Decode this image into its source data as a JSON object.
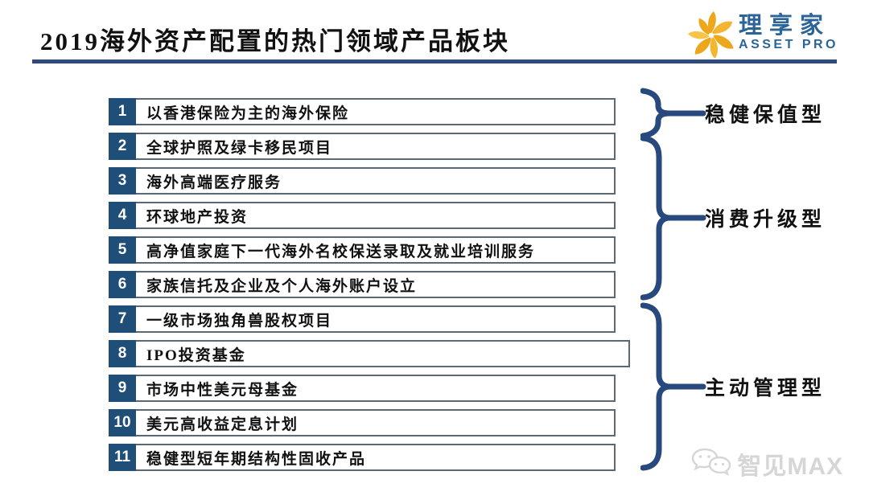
{
  "header": {
    "title": "2019海外资产配置的热门领域产品板块",
    "logo": {
      "name_cn": "理享家",
      "name_en": "ASSET PRO"
    }
  },
  "rows": [
    {
      "num": "1",
      "label": "以香港保险为主的海外保险"
    },
    {
      "num": "2",
      "label": "全球护照及绿卡移民项目"
    },
    {
      "num": "3",
      "label": "海外高端医疗服务"
    },
    {
      "num": "4",
      "label": "环球地产投资"
    },
    {
      "num": "5",
      "label": "高净值家庭下一代海外名校保送录取及就业培训服务"
    },
    {
      "num": "6",
      "label": "家族信托及企业及个人海外账户设立"
    },
    {
      "num": "7",
      "label": "一级市场独角兽股权项目"
    },
    {
      "num": "8",
      "label": "IPO投资基金"
    },
    {
      "num": "9",
      "label": "市场中性美元母基金"
    },
    {
      "num": "10",
      "label": "美元高收益定息计划"
    },
    {
      "num": "11",
      "label": "稳健型短年期结构性固收产品"
    }
  ],
  "groups": [
    {
      "label": "稳健保值型",
      "rows": "1"
    },
    {
      "label": "消费升级型",
      "rows": "2-6"
    },
    {
      "label": "主动管理型",
      "rows": "7-11"
    }
  ],
  "watermark": {
    "text": "智见MAX"
  },
  "colors": {
    "navy": "#1f4e79",
    "rule": "#2e4a7c",
    "brace": "#27497d",
    "border": "#5d6875",
    "logo-gold": "#eea61c",
    "logo-blue": "#2b6496",
    "watermark": "#d6d6d6",
    "ink": "#111111"
  }
}
